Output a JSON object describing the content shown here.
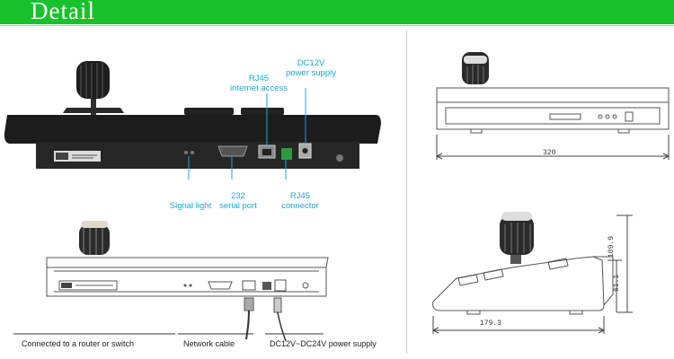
{
  "header": {
    "title": "Detail",
    "color": "#19c22a"
  },
  "rear_view": {
    "labels": {
      "dc12v_line1": "DC12V",
      "dc12v_line2": "power supply",
      "rj45_top_line1": "RJ45",
      "rj45_top_line2": "internet access",
      "signal_light": "Signal light",
      "rs232_line1": "232",
      "rs232_line2": "serial port",
      "rj45_bottom_line1": "RJ45",
      "rj45_bottom_line2": "connector"
    },
    "label_color": "#1aa7d6"
  },
  "wiring_view": {
    "captions": {
      "router": "Connected to a router or switch",
      "network_cable": "Network cable",
      "power": "DC12V~DC24V power supply"
    }
  },
  "dimensions": {
    "width": "320",
    "depth": "179.3",
    "height_total": "109.9",
    "height_body": "61.1"
  }
}
